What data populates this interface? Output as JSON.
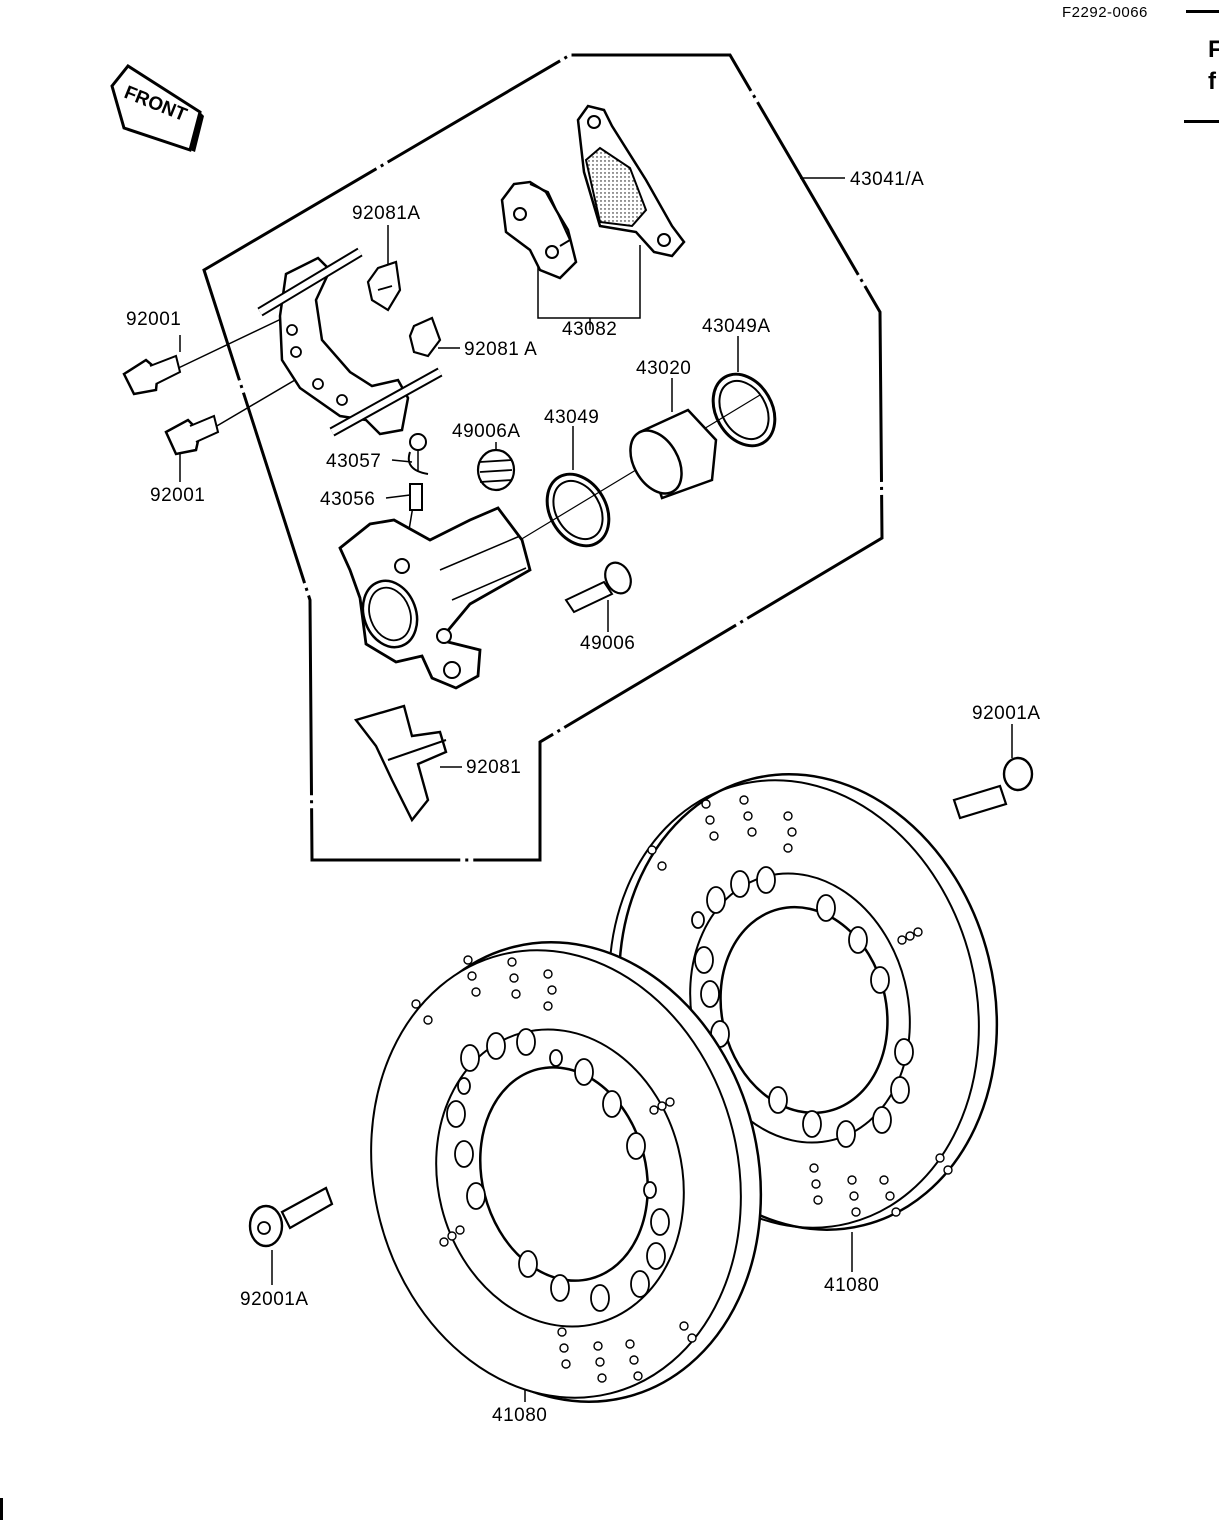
{
  "diagram": {
    "code": "F2292-0066",
    "front_label": "FRONT",
    "edge_glyphs": [
      "F",
      "f"
    ],
    "part_labels": {
      "p43041A": "43041/A",
      "p92081A_top": "92081A",
      "p92081A_mid": "92081 A",
      "p92001_top": "92001",
      "p92001_bot": "92001",
      "p43082": "43082",
      "p43049A": "43049A",
      "p43020": "43020",
      "p43049": "43049",
      "p49006A": "49006A",
      "p43057": "43057",
      "p43056": "43056",
      "p49006": "49006",
      "p92081": "92081",
      "p92001A_right": "92001A",
      "p92001A_left": "92001A",
      "p41080_right": "41080",
      "p41080_left": "41080"
    }
  }
}
